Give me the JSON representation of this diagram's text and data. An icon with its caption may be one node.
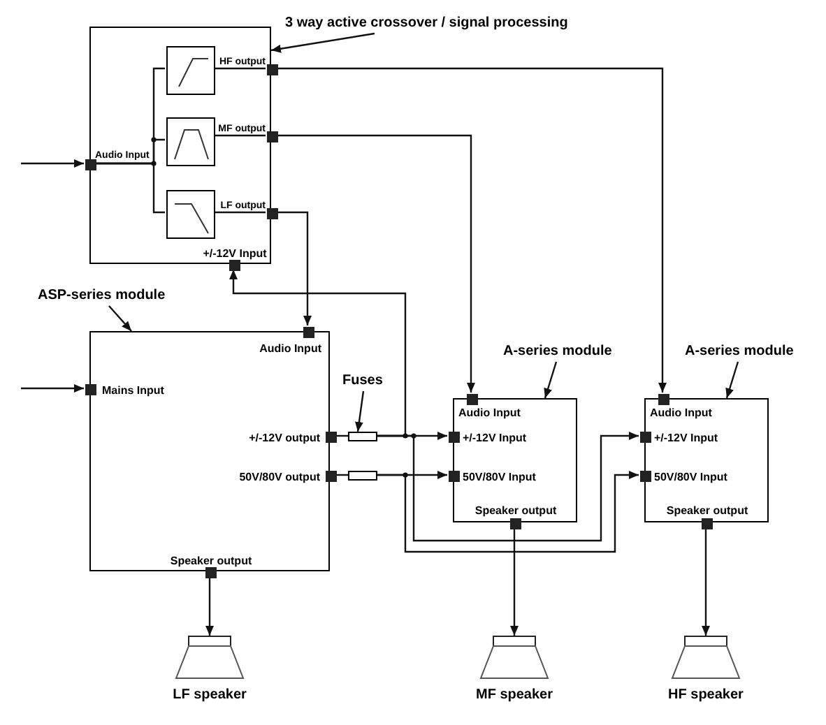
{
  "diagram": {
    "nodes": [
      {
        "text": [
          "3 way active crossover / signal processing"
        ]
      },
      {
        "text": [],
        "shape": "box"
      },
      {
        "text": [],
        "shape": "box",
        "in": 1
      },
      {
        "text": [],
        "shape": "box",
        "in": 1
      },
      {
        "text": [],
        "shape": "box",
        "in": 1
      },
      {
        "text": [],
        "shape": "box",
        "in": 1,
        "beside": [
          "Audio Input"
        ]
      },
      {
        "text": [],
        "shape": "box",
        "in": 1,
        "beside": [
          "HF output"
        ]
      },
      {
        "text": [],
        "shape": "box",
        "in": 1,
        "beside": [
          "MF output"
        ]
      },
      {
        "text": [],
        "shape": "box",
        "in": 1,
        "beside": [
          "LF output"
        ]
      },
      {
        "text": [],
        "shape": "box",
        "in": 1,
        "beside": [
          "+/-12V Input"
        ]
      },
      {
        "text": [
          "ASP-series module"
        ]
      },
      {
        "text": [],
        "shape": "box"
      },
      {
        "text": [],
        "shape": "box",
        "in": 11,
        "beside": [
          "Audio Input"
        ]
      },
      {
        "text": [],
        "shape": "box",
        "in": 11,
        "beside": [
          "Mains Input"
        ]
      },
      {
        "text": [],
        "shape": "box",
        "in": 11,
        "beside": [
          "+/-12V output"
        ]
      },
      {
        "text": [],
        "shape": "box",
        "in": 11,
        "beside": [
          "50V/80V output"
        ]
      },
      {
        "text": [],
        "shape": "box",
        "in": 11,
        "beside": [
          "Speaker output"
        ]
      },
      {
        "text": [
          "Fuses"
        ]
      },
      {
        "text": [],
        "shape": "box"
      },
      {
        "text": [],
        "shape": "box"
      },
      {
        "text": [
          "A-series module"
        ]
      },
      {
        "text": [],
        "shape": "box"
      },
      {
        "text": [],
        "shape": "box",
        "in": 21,
        "beside": [
          "Audio Input"
        ]
      },
      {
        "text": [],
        "shape": "box",
        "in": 21,
        "beside": [
          "+/-12V Input"
        ]
      },
      {
        "text": [],
        "shape": "box",
        "in": 21,
        "beside": [
          "50V/80V Input"
        ]
      },
      {
        "text": [],
        "shape": "box",
        "in": 21,
        "beside": [
          "Speaker output"
        ]
      },
      {
        "text": [
          "A-series module"
        ]
      },
      {
        "text": [],
        "shape": "box"
      },
      {
        "text": [],
        "shape": "box",
        "in": 27,
        "beside": [
          "Audio Input"
        ]
      },
      {
        "text": [],
        "shape": "box",
        "in": 27,
        "beside": [
          "+/-12V Input"
        ]
      },
      {
        "text": [],
        "shape": "box",
        "in": 27,
        "beside": [
          "50V/80V Input"
        ]
      },
      {
        "text": [],
        "shape": "box",
        "in": 27,
        "beside": [
          "Speaker output"
        ]
      },
      {
        "text": [
          "LF speaker"
        ]
      },
      {
        "text": [
          "MF speaker"
        ]
      },
      {
        "text": [
          "HF speaker"
        ]
      }
    ],
    "edges": [
      {
        "from": null,
        "to": 5,
        "arrow": "to"
      },
      {
        "from": 5,
        "to": 2,
        "arrow": "none"
      },
      {
        "from": 5,
        "to": 3,
        "arrow": "none"
      },
      {
        "from": 5,
        "to": 4,
        "arrow": "none"
      },
      {
        "from": 2,
        "to": 6,
        "arrow": "none"
      },
      {
        "from": 3,
        "to": 7,
        "arrow": "none"
      },
      {
        "from": 4,
        "to": 8,
        "arrow": "none"
      },
      {
        "from": 6,
        "to": 28,
        "arrow": "to"
      },
      {
        "from": 7,
        "to": 22,
        "arrow": "to"
      },
      {
        "from": 8,
        "to": 12,
        "arrow": "to"
      },
      {
        "from": null,
        "to": 13,
        "arrow": "to"
      },
      {
        "from": 14,
        "to": 18,
        "arrow": "none"
      },
      {
        "from": 18,
        "to": 23,
        "arrow": "to"
      },
      {
        "from": 18,
        "to": 9,
        "arrow": "to"
      },
      {
        "from": 18,
        "to": 29,
        "arrow": "to"
      },
      {
        "from": 15,
        "to": 19,
        "arrow": "none"
      },
      {
        "from": 19,
        "to": 24,
        "arrow": "to"
      },
      {
        "from": 19,
        "to": 30,
        "arrow": "to"
      },
      {
        "from": 16,
        "to": 32,
        "arrow": "to"
      },
      {
        "from": 25,
        "to": 33,
        "arrow": "to"
      },
      {
        "from": 31,
        "to": 34,
        "arrow": "to"
      },
      {
        "from": 0,
        "to": 1,
        "arrow": "to"
      },
      {
        "from": 10,
        "to": 11,
        "arrow": "to"
      },
      {
        "from": 17,
        "to": 18,
        "arrow": "to"
      },
      {
        "from": 20,
        "to": 21,
        "arrow": "to"
      },
      {
        "from": 26,
        "to": 27,
        "arrow": "to"
      }
    ]
  }
}
